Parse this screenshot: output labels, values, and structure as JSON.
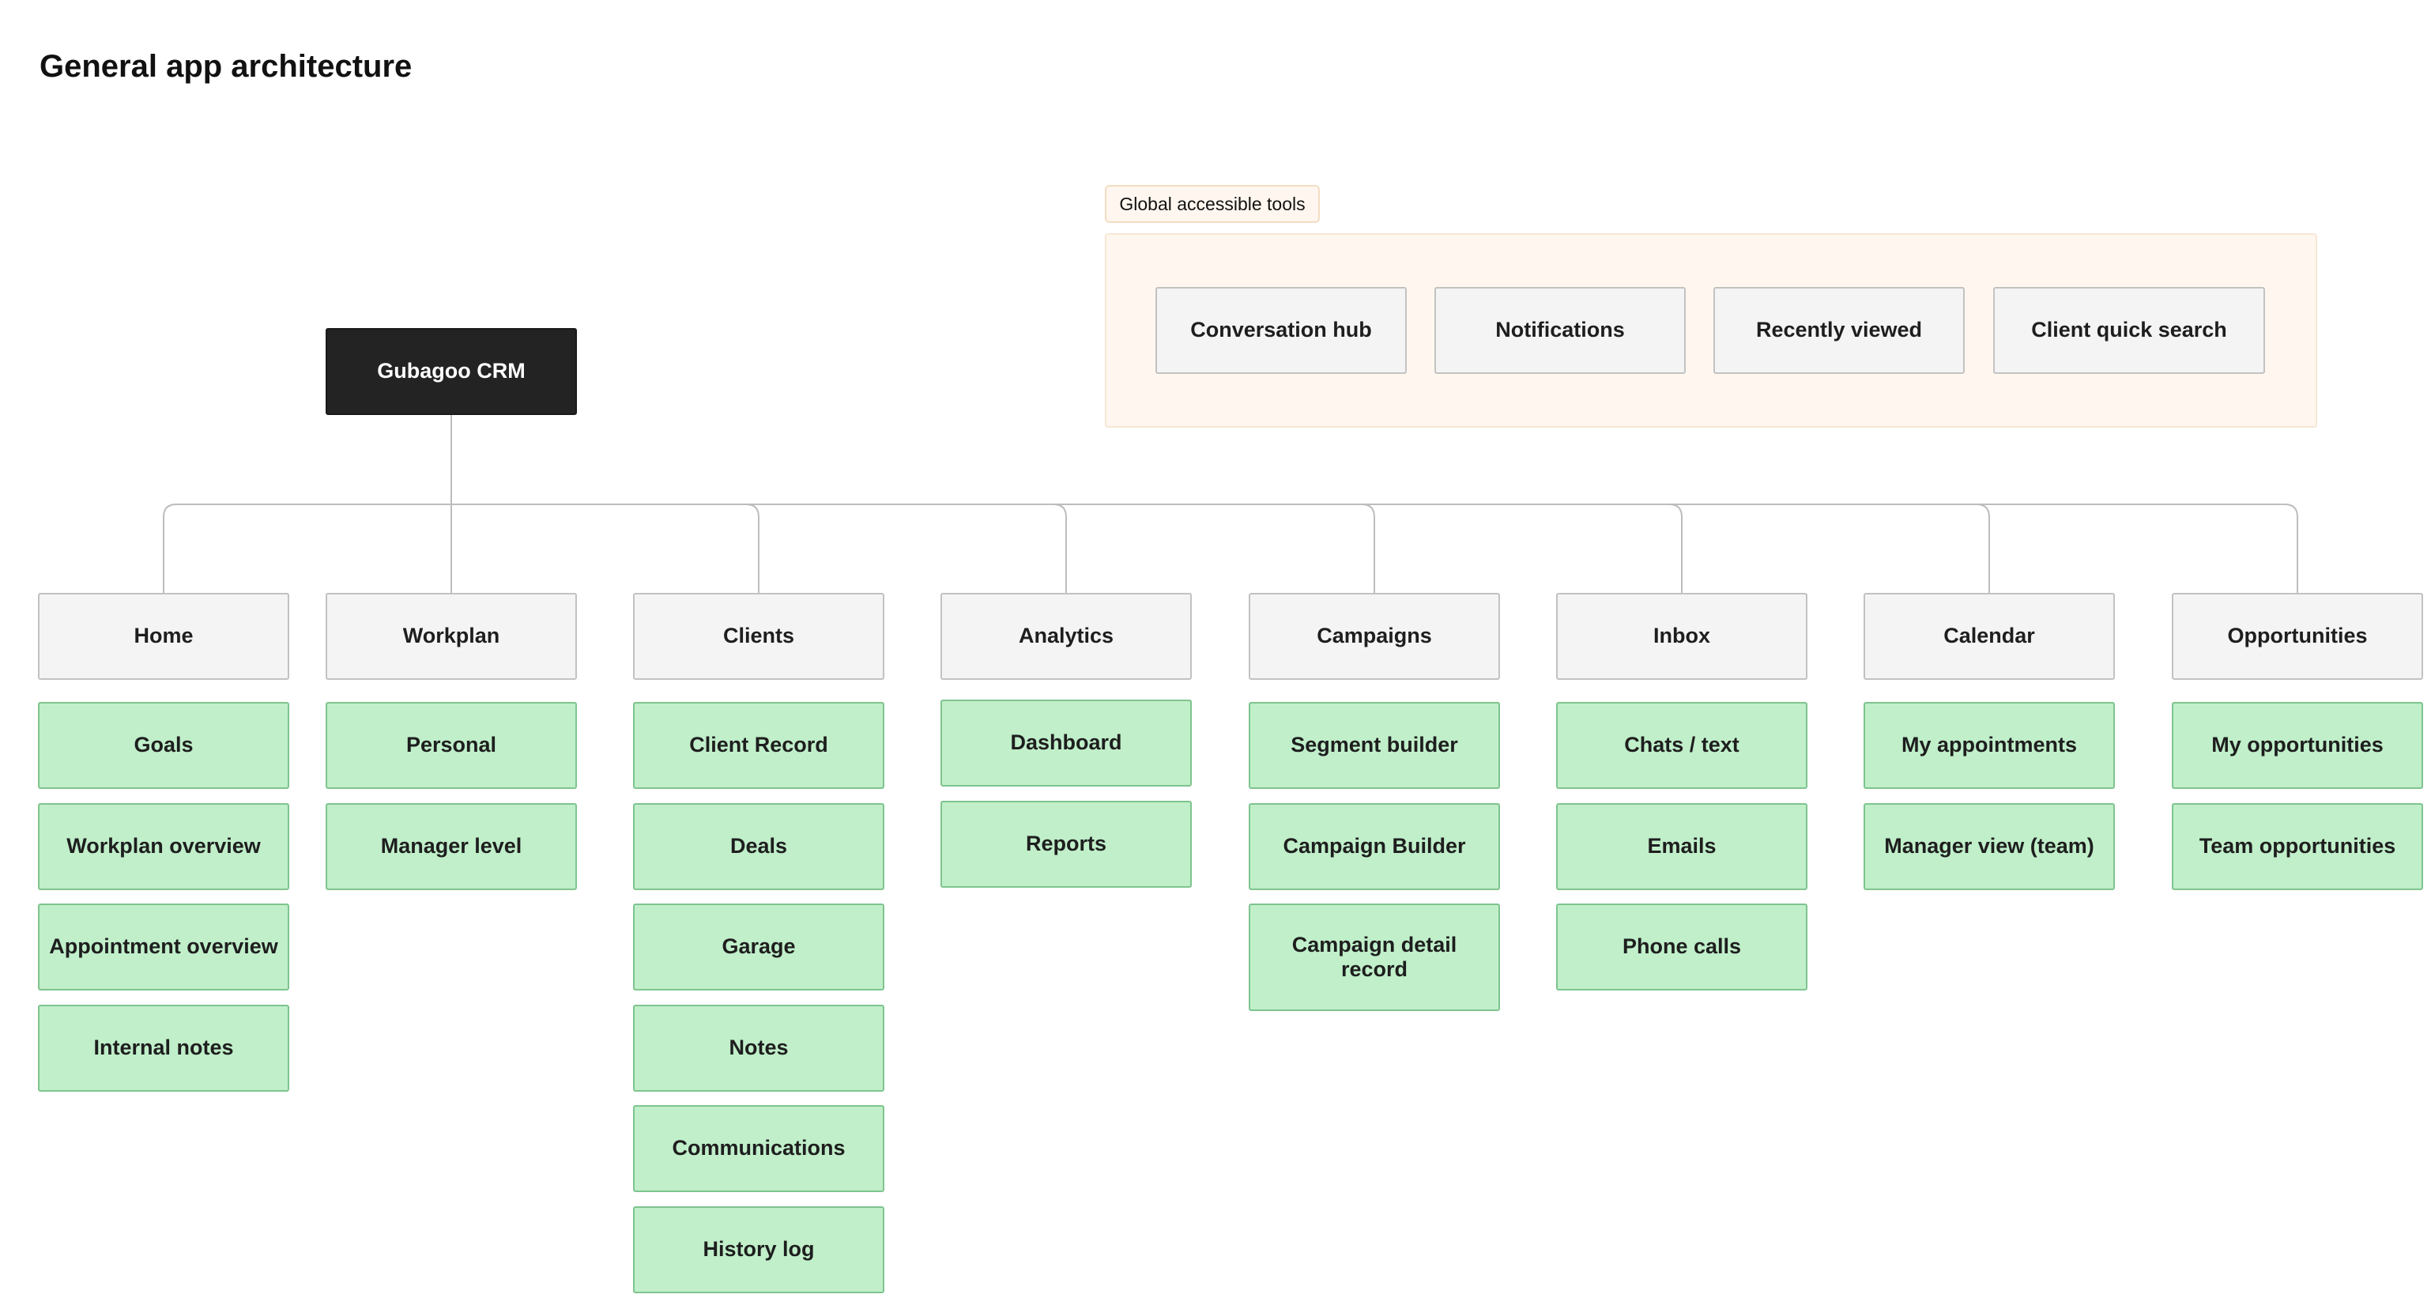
{
  "page": {
    "title": "General app architecture"
  },
  "root": {
    "label": "Gubagoo CRM"
  },
  "global_tools": {
    "label": "Global accessible tools",
    "items": [
      "Conversation hub",
      "Notifications",
      "Recently viewed",
      "Client quick search"
    ]
  },
  "categories": [
    {
      "label": "Home",
      "children": [
        "Goals",
        "Workplan overview",
        "Appointment overview",
        "Internal notes"
      ]
    },
    {
      "label": "Workplan",
      "children": [
        "Personal",
        "Manager level"
      ]
    },
    {
      "label": "Clients",
      "children": [
        "Client Record",
        "Deals",
        "Garage",
        "Notes",
        "Communications",
        "History log"
      ]
    },
    {
      "label": "Analytics",
      "children": [
        "Dashboard",
        "Reports"
      ]
    },
    {
      "label": "Campaigns",
      "children": [
        "Segment builder",
        "Campaign Builder",
        "Campaign detail record"
      ]
    },
    {
      "label": "Inbox",
      "children": [
        "Chats / text",
        "Emails",
        "Phone calls"
      ]
    },
    {
      "label": "Calendar",
      "children": [
        "My appointments",
        "Manager view (team)"
      ]
    },
    {
      "label": "Opportunities",
      "children": [
        "My opportunities",
        "Team opportunities"
      ]
    }
  ],
  "colors": {
    "root_fill": "#232323",
    "category_fill": "#f4f4f4",
    "subpage_fill": "#c0efca",
    "subpage_border": "#7fc48f",
    "panel_fill": "#fff7ef",
    "connector": "#bdbdbd"
  }
}
